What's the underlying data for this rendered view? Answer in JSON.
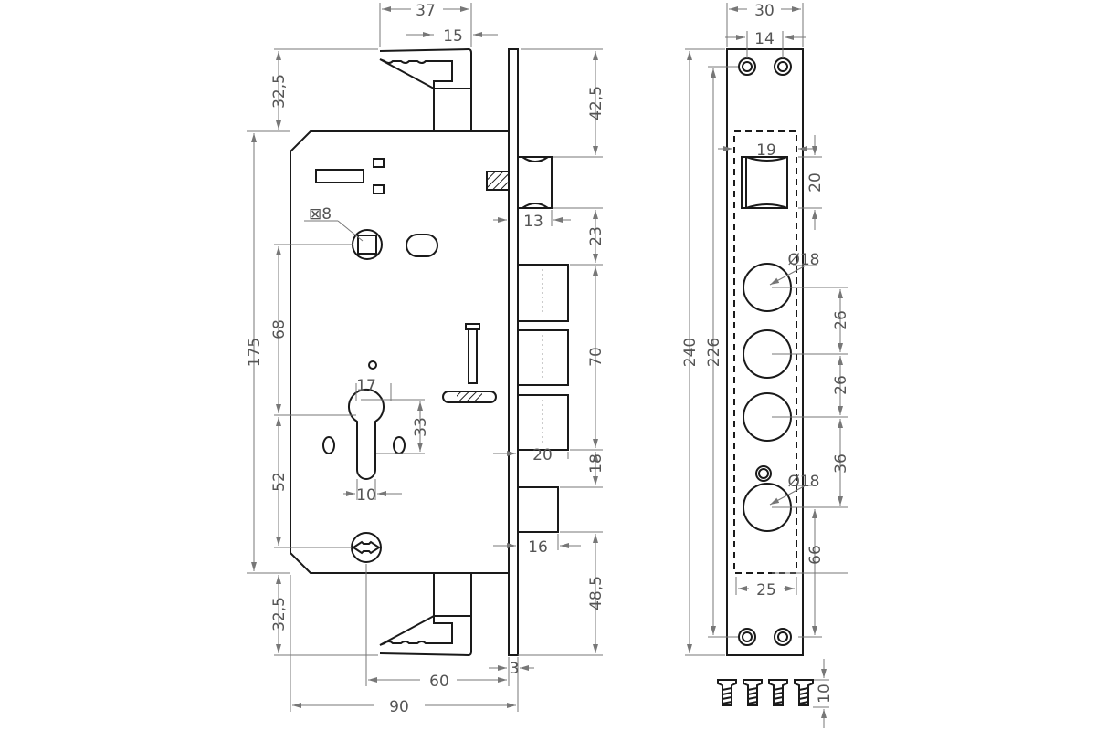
{
  "title": "Mortise lock with strike plate - dimension drawing",
  "dimensions": {
    "top_hook_width": "37",
    "top_hook_offset": "15",
    "top_hook_height": "32,5",
    "latch_from_top": "42,5",
    "spindle_square": "⊠8",
    "latch_depth": "13",
    "latch_to_bolt": "23",
    "body_height": "175",
    "spindle_to_cylinder": "68",
    "bolt_span": "70",
    "cylinder_width": "17",
    "cylinder_height": "33",
    "bolt_depth": "20",
    "bolt_gap": "18",
    "cylinder_to_screw": "52",
    "cylinder_slot": "10",
    "small_bolt_depth": "16",
    "bottom_to_plate_end": "48,5",
    "bottom_hook_height": "32,5",
    "faceplate_thickness": "3",
    "backset": "60",
    "body_depth": "90",
    "strike_width": "30",
    "strike_hole_spacing": "14",
    "strike_length": "240",
    "strike_hole_distance": "226",
    "latch_hole_width": "19",
    "latch_hole_height": "20",
    "bolt_hole_dia_1": "Ø18",
    "bolt_hole_pitch_1": "26",
    "bolt_hole_pitch_2": "26",
    "bolt_hole_pitch_3": "36",
    "bolt_hole_dia_2": "Ø18",
    "lower_hole_offset": "66",
    "dashed_width": "25",
    "screw_length": "10"
  }
}
